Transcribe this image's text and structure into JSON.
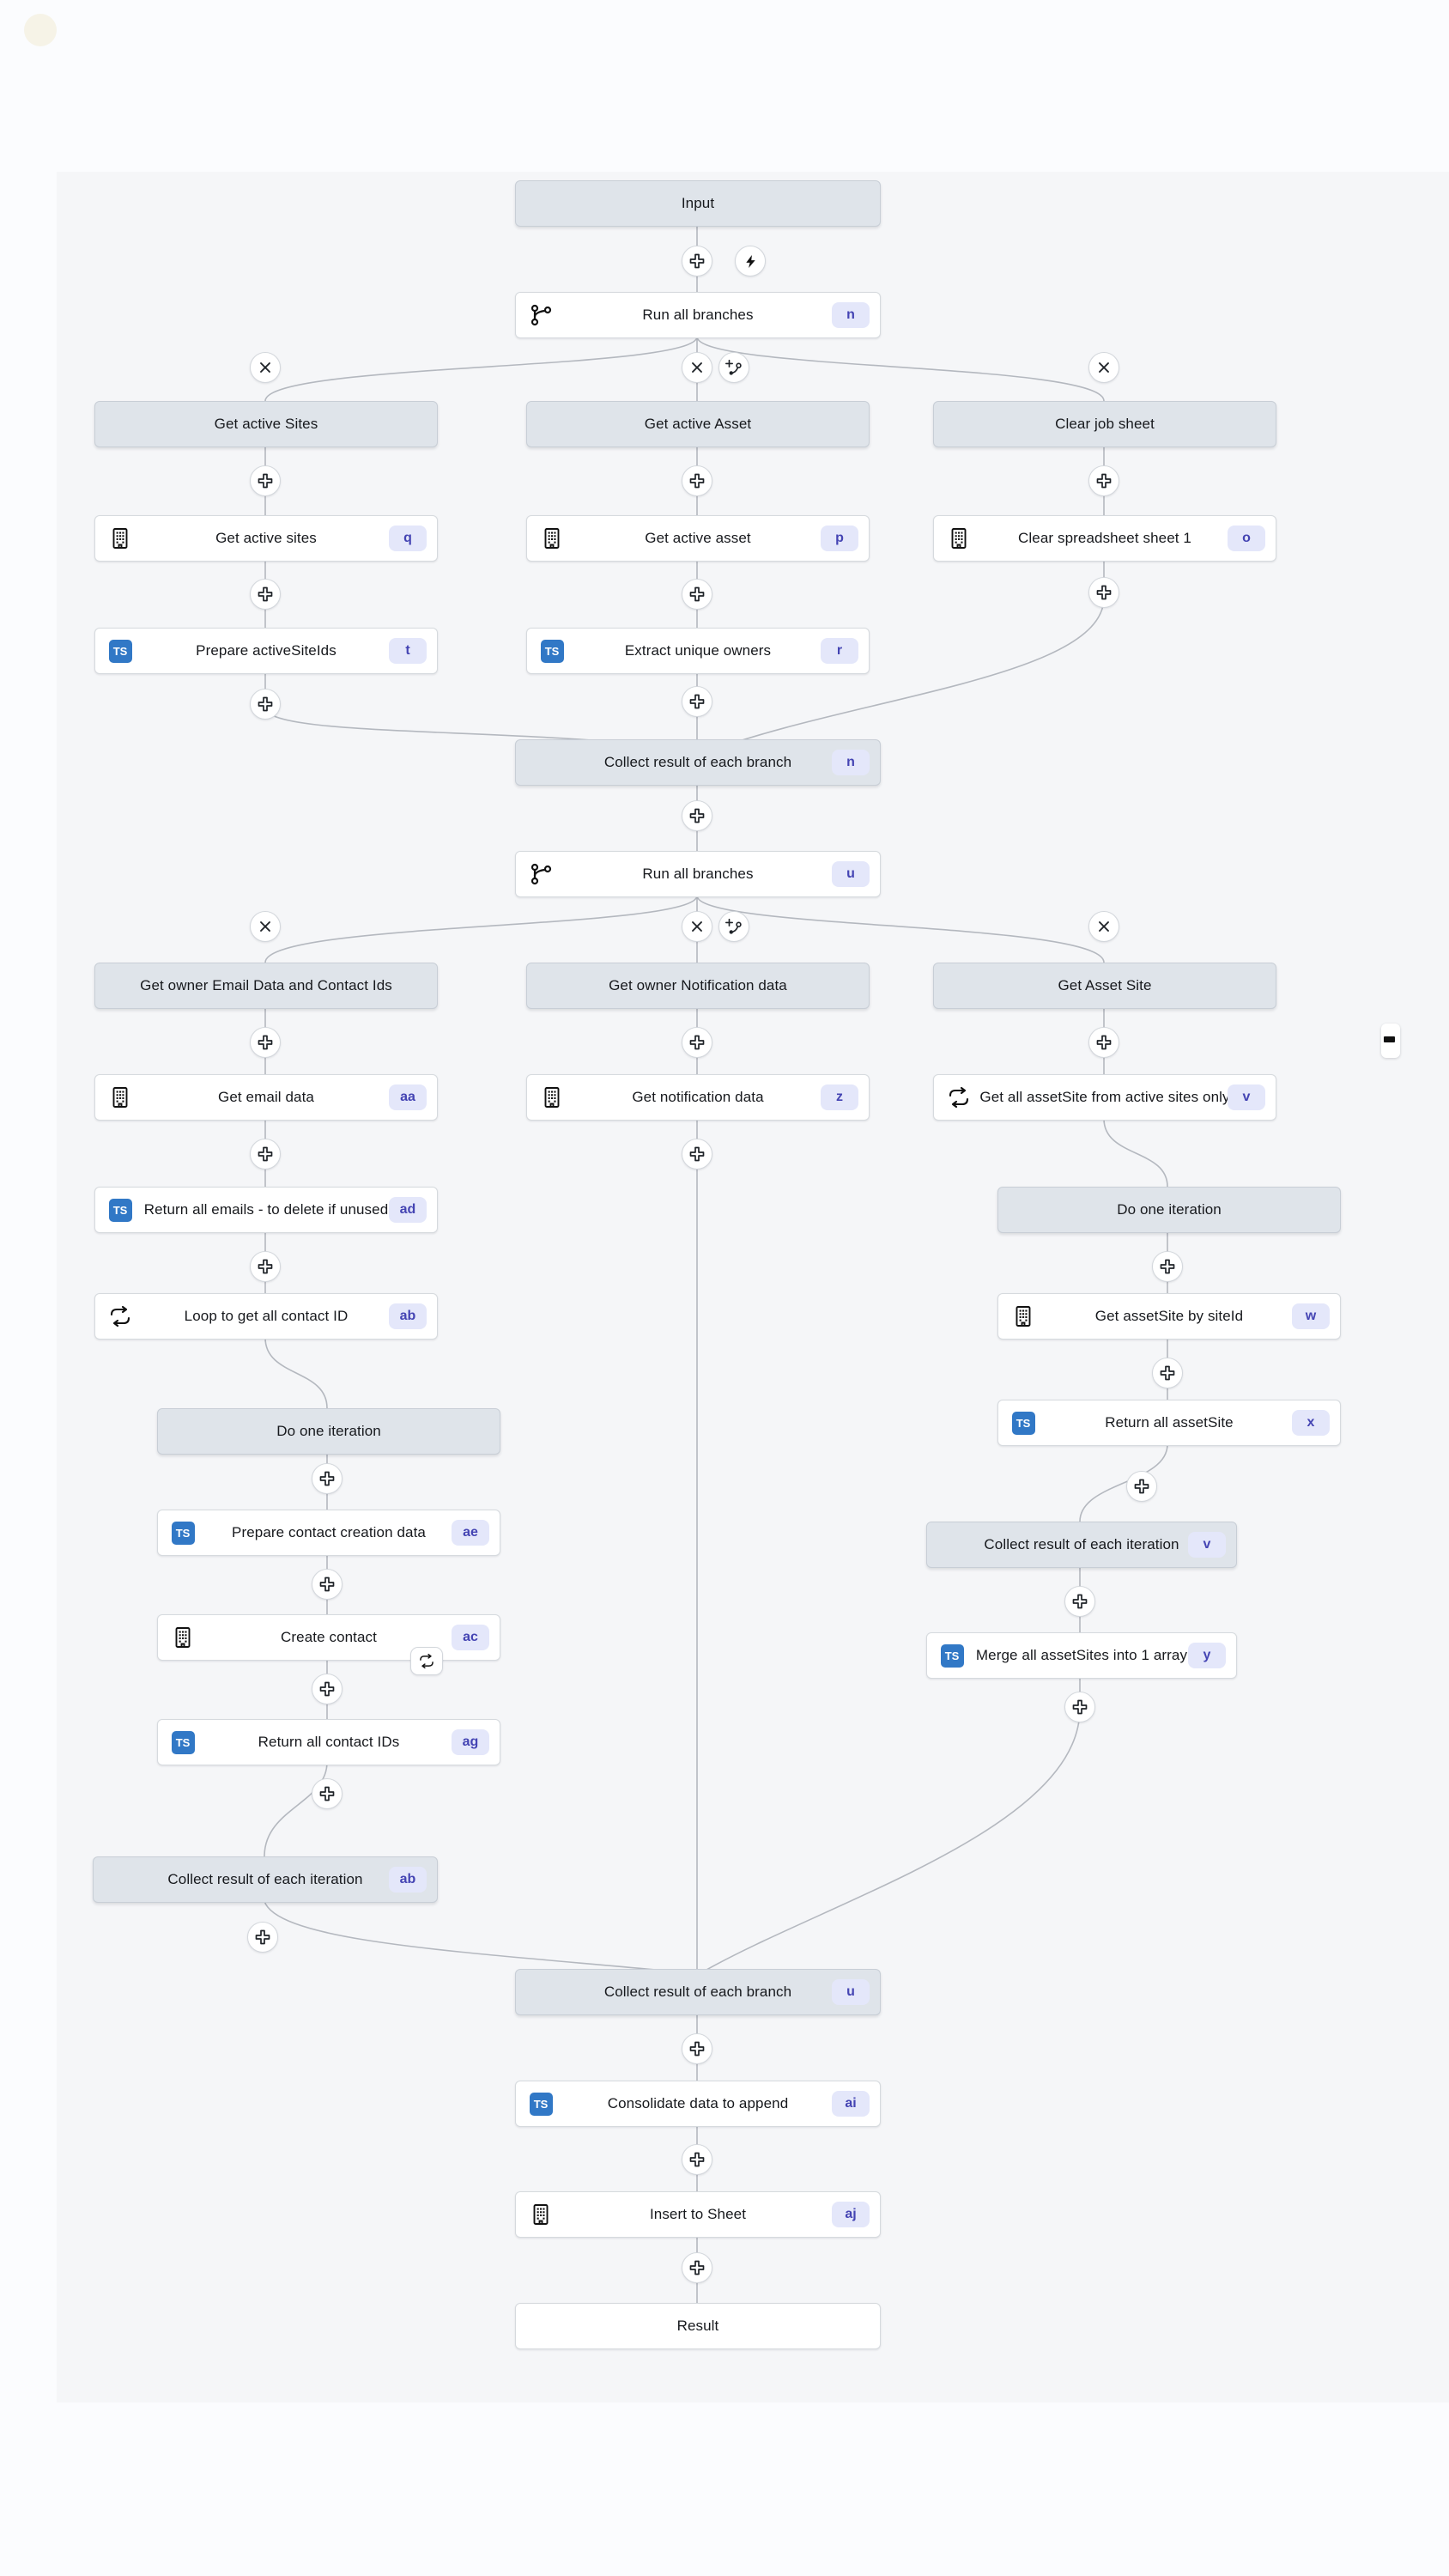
{
  "canvas": {
    "colors": {
      "badge_bg": "#e4e7fa",
      "badge_text": "#4444b3",
      "ts_blue": "#3178c6",
      "header_fill": "#dfe4ea",
      "edge_line": "#b4b8bf",
      "canvas_bg": "#f5f6f8",
      "page_bg": "#fbfcfe"
    },
    "nodes": {
      "input": {
        "label": "Input"
      },
      "run_all_branches_1": {
        "label": "Run all branches",
        "badge": "n"
      },
      "get_active_sites_header": {
        "label": "Get active Sites"
      },
      "get_active_asset_header": {
        "label": "Get active Asset"
      },
      "clear_job_sheet_header": {
        "label": "Clear job sheet"
      },
      "get_active_sites": {
        "label": "Get active sites",
        "badge": "q"
      },
      "get_active_asset": {
        "label": "Get active asset",
        "badge": "p"
      },
      "clear_spreadsheet_sheet_1": {
        "label": "Clear spreadsheet sheet 1",
        "badge": "o"
      },
      "prepare_active_site_ids": {
        "label": "Prepare activeSiteIds",
        "badge": "t"
      },
      "extract_unique_owners": {
        "label": "Extract unique owners",
        "badge": "r"
      },
      "collect_result_branch_1": {
        "label": "Collect result of each branch",
        "badge": "n"
      },
      "run_all_branches_2": {
        "label": "Run all branches",
        "badge": "u"
      },
      "get_owner_email_header": {
        "label": "Get owner Email Data and Contact Ids"
      },
      "get_owner_notification_header": {
        "label": "Get owner Notification data"
      },
      "get_asset_site_header": {
        "label": "Get Asset Site"
      },
      "get_email_data": {
        "label": "Get email data",
        "badge": "aa"
      },
      "get_notification_data": {
        "label": "Get notification data",
        "badge": "z"
      },
      "get_all_asset_site": {
        "label": "Get all assetSite from active sites only",
        "badge": "v"
      },
      "return_all_emails": {
        "label": "Return all emails - to delete if unused",
        "badge": "ad"
      },
      "loop_get_contact_id": {
        "label": "Loop to get all contact ID",
        "badge": "ab"
      },
      "do_one_iteration_left": {
        "label": "Do one iteration"
      },
      "prepare_contact_creation": {
        "label": "Prepare contact creation data",
        "badge": "ae"
      },
      "create_contact": {
        "label": "Create contact",
        "badge": "ac"
      },
      "return_all_contact_ids": {
        "label": "Return all contact IDs",
        "badge": "ag"
      },
      "collect_result_iteration_left": {
        "label": "Collect result of each iteration",
        "badge": "ab"
      },
      "do_one_iteration_right": {
        "label": "Do one iteration"
      },
      "get_asset_site_by_site_id": {
        "label": "Get assetSite by siteId",
        "badge": "w"
      },
      "return_all_asset_site": {
        "label": "Return all assetSite",
        "badge": "x"
      },
      "collect_result_iteration_right": {
        "label": "Collect result of each iteration",
        "badge": "v"
      },
      "merge_all_asset_sites": {
        "label": "Merge all assetSites into 1 array",
        "badge": "y"
      },
      "collect_result_branch_2": {
        "label": "Collect result of each branch",
        "badge": "u"
      },
      "consolidate_data": {
        "label": "Consolidate data to append",
        "badge": "ai"
      },
      "insert_to_sheet": {
        "label": "Insert to Sheet",
        "badge": "aj"
      },
      "result": {
        "label": "Result"
      }
    }
  }
}
